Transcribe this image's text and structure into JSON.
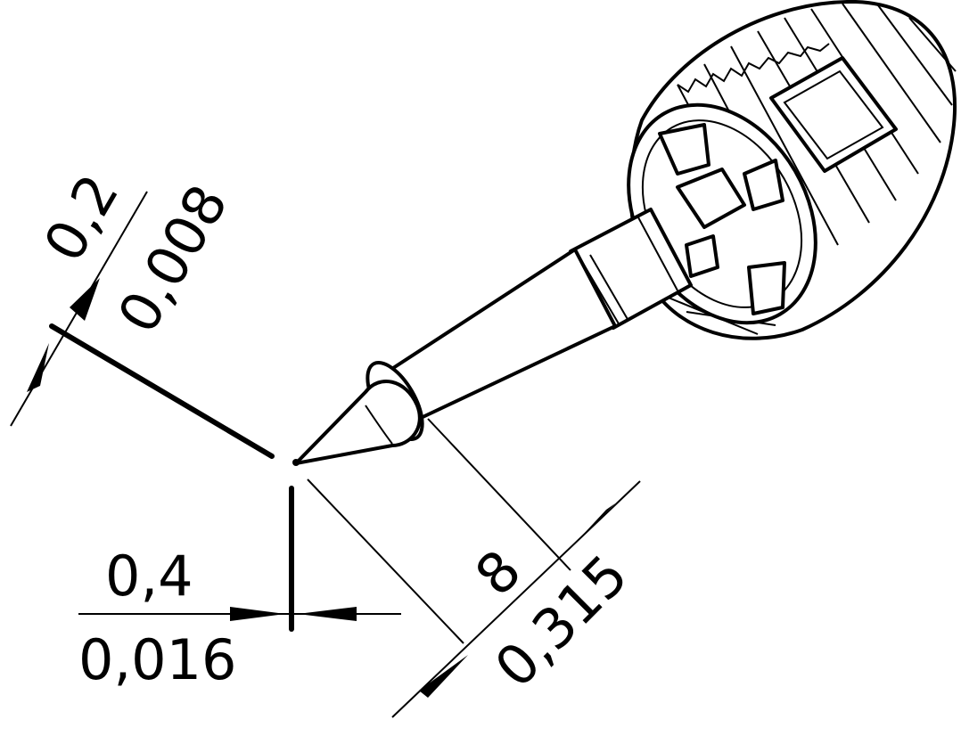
{
  "dimensions": {
    "tip_width": {
      "mm": "0,2",
      "inch": "0,008"
    },
    "tip_thickness": {
      "mm": "0,4",
      "inch": "0,016"
    },
    "taper_length": {
      "mm": "8",
      "inch": "0,315"
    }
  },
  "colors": {
    "line": "#000000",
    "background": "#ffffff"
  }
}
